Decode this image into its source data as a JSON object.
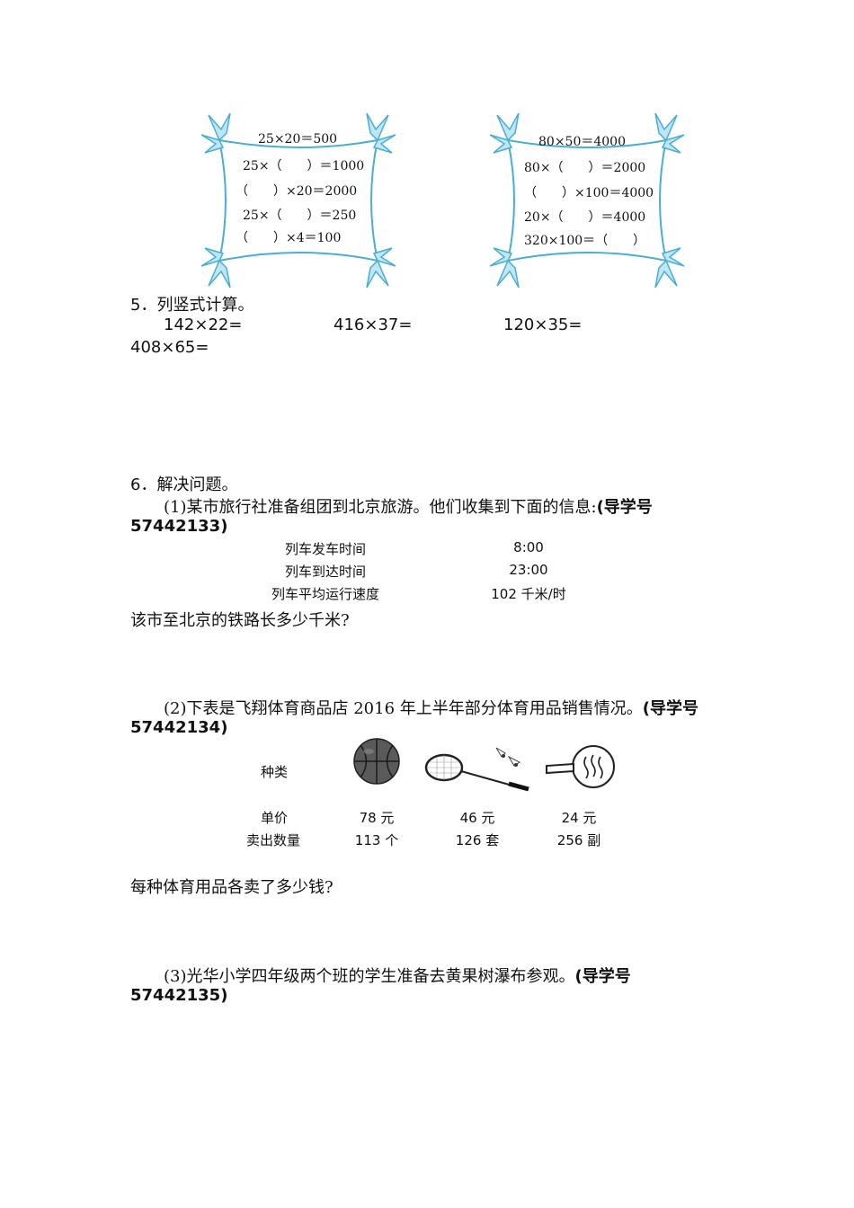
{
  "frame_left": {
    "lines": [
      "25×20＝500",
      "25×（　　）＝1000",
      "（　　）×20＝2000",
      "25×（　　）＝250",
      "（　　）×4＝100"
    ]
  },
  "frame_right": {
    "lines": [
      "80×50＝4000",
      "80×（　　）＝2000",
      "（　　）×100＝4000",
      "20×（　　）＝4000",
      "320×100＝（　　）"
    ]
  },
  "q5": {
    "heading": "5．列竖式计算。",
    "items": [
      "142×22=",
      "416×37=",
      "120×35=",
      "408×65="
    ]
  },
  "q6": {
    "heading": "6．解决问题。",
    "p1": {
      "text": "(1)某市旅行社准备组团到北京旅游。他们收集到下面的信息:",
      "ref_label": "(导学号",
      "ref_num": "57442133)",
      "table": [
        {
          "label": "列车发车时间",
          "value": "8:00"
        },
        {
          "label": "列车到达时间",
          "value": "23:00"
        },
        {
          "label": "列车平均运行速度",
          "value": "102 千米/时"
        }
      ],
      "question": "该市至北京的铁路长多少千米?"
    },
    "p2": {
      "text": "(2)下表是飞翔体育商品店 2016 年上半年部分体育用品销售情况。",
      "ref_label": "(导学号",
      "ref_num": "57442134)",
      "row_kind": "种类",
      "row_price": "单价",
      "row_qty": "卖出数量",
      "items": [
        {
          "icon": "basketball-icon",
          "price": "78 元",
          "qty": "113 个"
        },
        {
          "icon": "badminton-icon",
          "price": "46 元",
          "qty": "126 套"
        },
        {
          "icon": "pingpong-paddle-icon",
          "price": "24 元",
          "qty": "256 副"
        }
      ],
      "question": "每种体育用品各卖了多少钱?"
    },
    "p3": {
      "text": "(3)光华小学四年级两个班的学生准备去黄果树瀑布参观。",
      "ref_label": "(导学号",
      "ref_num": "57442135)"
    }
  }
}
